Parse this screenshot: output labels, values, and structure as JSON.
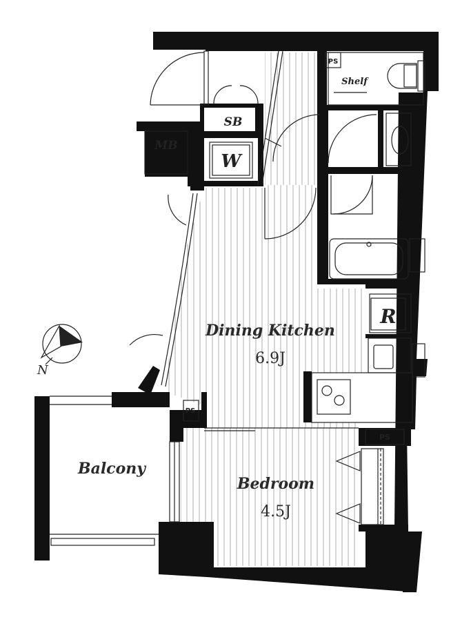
{
  "rooms": {
    "dining_kitchen": {
      "name": "Dining Kitchen",
      "area": "6.9J"
    },
    "bedroom": {
      "name": "Bedroom",
      "area": "4.5J"
    },
    "balcony": {
      "name": "Balcony"
    }
  },
  "fixtures": {
    "mb": "MB",
    "sb": "SB",
    "w": "W",
    "r": "R",
    "ps_top": "PS",
    "ps_mid": "PS",
    "ps_right": "PS",
    "shelf": "Shelf"
  },
  "compass": {
    "north_label": "N"
  }
}
